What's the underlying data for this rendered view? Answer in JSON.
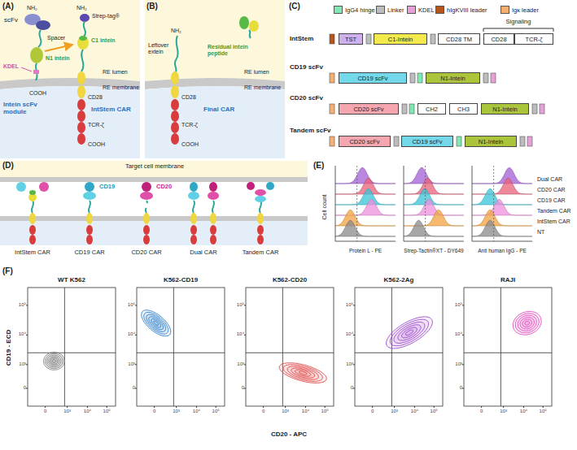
{
  "diagram": {
    "nodes": [
      {
        "text": [
          "TST"
        ]
      },
      {
        "text": [
          "C1-Intein"
        ]
      },
      {
        "text": [
          "CD28 TM"
        ]
      },
      {
        "text": [
          "CD28"
        ]
      },
      {
        "text": [
          "TCR-ζ"
        ]
      },
      {
        "text": [
          "CD19 scFv"
        ]
      },
      {
        "text": [
          "N1-Intein"
        ]
      },
      {
        "text": [
          "CD20 scFv"
        ]
      },
      {
        "text": [
          "CH2"
        ]
      },
      {
        "text": [
          "CH3"
        ]
      },
      {
        "text": [
          "N1-Intein"
        ]
      },
      {
        "text": [
          "CD20 scFv"
        ]
      },
      {
        "text": [
          "CD19 scFv"
        ]
      },
      {
        "text": [
          "N1-Intein"
        ]
      }
    ],
    "labels": [
      "(A)",
      "(B)",
      "(C)",
      "(D)",
      "(E)",
      "(F)",
      "scFv",
      "NH₂",
      "NH₂",
      "Strep-tag®",
      "Spacer",
      "N1 intein",
      "C1 intein",
      "KDEL",
      "COOH",
      "RE lumen",
      "RE membrane",
      "CD28",
      "TCR-ζ",
      "Intein scFv module",
      "IntStem CAR",
      "COOH",
      "Leftover extein",
      "NH₂",
      "Residual intein peptide",
      "RE lumen",
      "RE membrane",
      "CD28",
      "TCR-ζ",
      "COOH",
      "Final CAR",
      "IntStem",
      "CD19 scFv",
      "CD20 scFv",
      "Tandem scFv",
      "Signaling",
      "Target cell membrane",
      "CD19",
      "CD20",
      "IntStem CAR",
      "CD19 CAR",
      "CD20 CAR",
      "Dual CAR",
      "Tandem CAR",
      "Protein L - PE",
      "Strep-Tactin®XT - DY649",
      "Anti human IgG - PE",
      "Cell count",
      "Dual CAR",
      "CD20 CAR",
      "CD19 CAR",
      "Tandem CAR",
      "IntStem CAR",
      "NT",
      "WT K562",
      "K562-CD19",
      "K562-CD20",
      "K562-2Ag",
      "RAJI",
      "CD19 - ECD",
      "CD20 - APC",
      "10⁵",
      "10⁴",
      "10³",
      "0",
      "0",
      "10³",
      "10⁴",
      "10⁵",
      "10⁵",
      "10⁴",
      "10³",
      "0",
      "0",
      "10³",
      "10⁴",
      "10⁵",
      "10⁵",
      "10⁴",
      "10³",
      "0",
      "0",
      "10³",
      "10⁴",
      "10⁵",
      "10⁵",
      "10⁴",
      "10³",
      "0",
      "0",
      "10³",
      "10⁴",
      "10⁵",
      "10⁵",
      "10⁴",
      "10³",
      "0",
      "0",
      "10³",
      "10⁴",
      "10⁵"
    ],
    "legend": [
      {
        "text": "IgG4 hinge",
        "color": "#7fe8b5"
      },
      {
        "text": "Linker",
        "color": "#bdbdbd"
      },
      {
        "text": "KDEL",
        "color": "#e8a0d8"
      },
      {
        "text": "hIgKVIII leader",
        "color": "#b5541c"
      },
      {
        "text": "Igκ leader",
        "color": "#f5b070"
      }
    ]
  }
}
